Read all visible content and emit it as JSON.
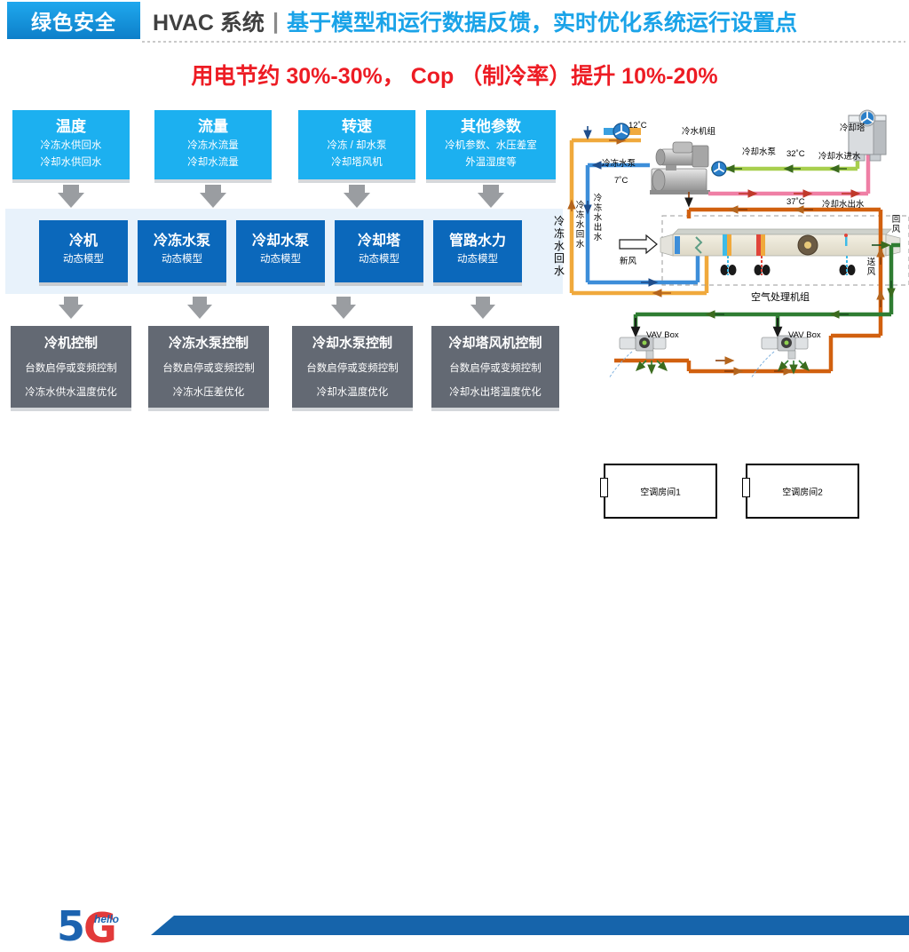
{
  "header": {
    "tag": "绿色安全",
    "title_main": "HVAC 系统",
    "separator": "|",
    "title_sub": "基于模型和运行数据反馈，实时优化系统运行设置点",
    "accent_blue": "#1aa3e8",
    "tag_blue": "#0d7fc9"
  },
  "subtitle": {
    "text": "用电节约 30%-30%， Cop （制冷率）提升 10%-20%",
    "color": "#ed1c24"
  },
  "diagram": {
    "inputs": [
      {
        "title": "温度",
        "line1": "冷冻水供回水",
        "line2": "冷却水供回水"
      },
      {
        "title": "流量",
        "line1": "冷冻水流量",
        "line2": "冷却水流量"
      },
      {
        "title": "转速",
        "line1": "冷冻 / 却水泵",
        "line2": "冷却塔风机"
      },
      {
        "title": "其他参数",
        "line1": "冷机参数、水压差室",
        "line2": "外温湿度等"
      }
    ],
    "models": [
      {
        "title": "冷机",
        "sub": "动态模型"
      },
      {
        "title": "冷冻水泵",
        "sub": "动态模型"
      },
      {
        "title": "冷却水泵",
        "sub": "动态模型"
      },
      {
        "title": "冷却塔",
        "sub": "动态模型"
      },
      {
        "title": "管路水力",
        "sub": "动态模型"
      }
    ],
    "controls": [
      {
        "title": "冷机控制",
        "line1": "台数启停或变频控制",
        "line2": "冷冻水供水温度优化"
      },
      {
        "title": "冷冻水泵控制",
        "line1": "台数启停或变频控制",
        "line2": "冷冻水压差优化"
      },
      {
        "title": "冷却水泵控制",
        "line1": "台数启停或变频控制",
        "line2": "冷却水温度优化"
      },
      {
        "title": "冷却塔风机控制",
        "line1": "台数启停或变频控制",
        "line2": "冷却水出塔温度优化"
      }
    ],
    "band_vertical_label": "冷冻水回水",
    "input_box_color": "#1cb0f0",
    "model_box_color": "#0b68bb",
    "control_box_color": "#636973"
  },
  "schematic": {
    "labels": {
      "chiller": "冷水机组",
      "chilled_pump": "冷冻水泵",
      "cooling_pump": "冷却水泵",
      "cooling_tower": "冷却塔",
      "cooling_supply": "冷却水进水",
      "cooling_return": "冷却水出水",
      "temp_12": "12˚C",
      "temp_7": "7˚C",
      "temp_32": "32˚C",
      "temp_37": "37˚C",
      "chilled_out": "冷冻水出水",
      "chilled_return": "冷冻水回水",
      "fresh_air": "新风",
      "ahu": "空气处理机组",
      "return_air": "回风",
      "supply_air": "送风",
      "vav1": "VAV Box",
      "vav2": "VAV Box",
      "room1": "空调房间1",
      "room2": "空调房间2"
    },
    "colors": {
      "chilled_supply_pipe": "#3d8ed9",
      "chilled_return_pipe": "#f0a93c",
      "cooling_supply_pipe": "#a8cf4e",
      "cooling_return_pipe": "#ef7fa5",
      "supply_air_duct": "#2f7d32",
      "return_air_duct": "#d1600f"
    }
  },
  "footer": {
    "logo_five": "5",
    "logo_g": "G",
    "logo_hello": "hello",
    "bar_color": "#1664ab"
  }
}
